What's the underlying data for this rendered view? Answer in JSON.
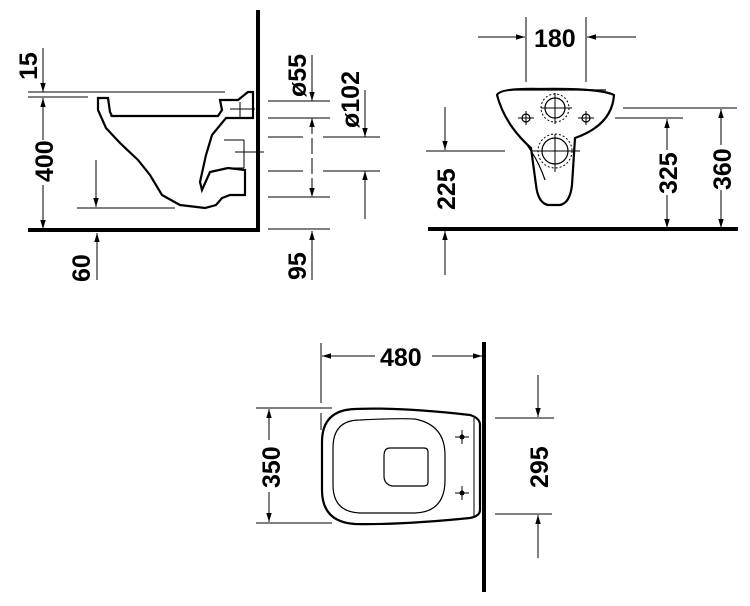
{
  "drawing": {
    "subject": "Wall-hung toilet dimension drawing",
    "units": "mm",
    "side_view": {
      "dimensions": {
        "seat_offset": "15",
        "rim_height": "400",
        "floor_offset": "60",
        "inlet_diameter": "ø55",
        "outlet_diameter": "ø102",
        "outlet_height": "95"
      }
    },
    "front_view": {
      "dimensions": {
        "fixing_spacing": "180",
        "outlet_center_height": "225",
        "fixing_height": "325",
        "top_height": "360"
      }
    },
    "top_view": {
      "dimensions": {
        "projection": "480",
        "width": "350",
        "fixing_span": "295"
      }
    }
  }
}
